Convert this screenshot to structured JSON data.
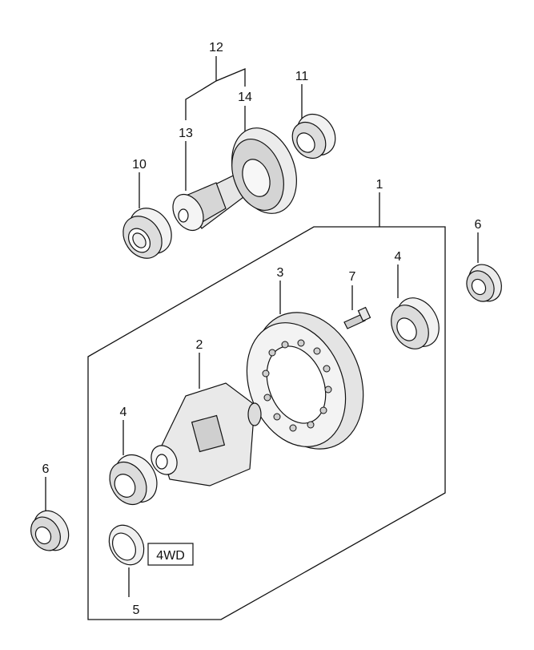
{
  "callouts": {
    "c1": "1",
    "c2": "2",
    "c3": "3",
    "c4a": "4",
    "c4b": "4",
    "c5": "5",
    "c6a": "6",
    "c6b": "6",
    "c7": "7",
    "c10": "10",
    "c11": "11",
    "c12": "12",
    "c13": "13",
    "c14": "14"
  },
  "badge": {
    "text": "4WD"
  }
}
